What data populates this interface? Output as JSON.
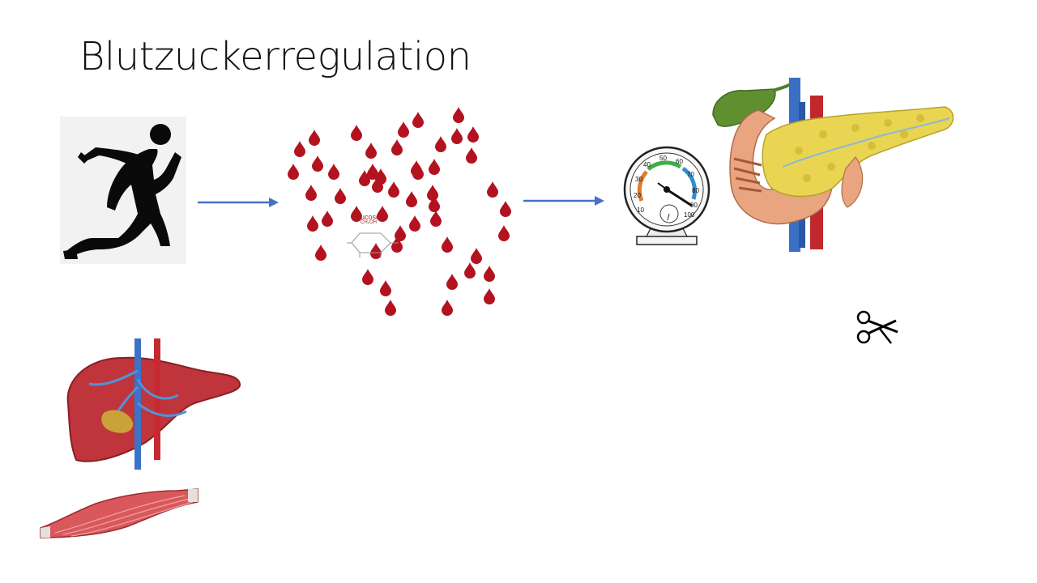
{
  "slide": {
    "title": "Blutzuckerregulation"
  },
  "glucose": {
    "label": "Glucose",
    "formula_top": "CH₂OH"
  },
  "icons": {
    "runner": "running-person-icon",
    "blood": "blood-drop-icon",
    "gauge": "gauge-meter-icon",
    "pancreas": "pancreas-illustration",
    "scissors": "scissors-icon",
    "liver": "liver-illustration",
    "muscle": "muscle-illustration"
  },
  "colors": {
    "arrow": "#4472c4",
    "blood": "#b3121f",
    "title": "#111111"
  }
}
